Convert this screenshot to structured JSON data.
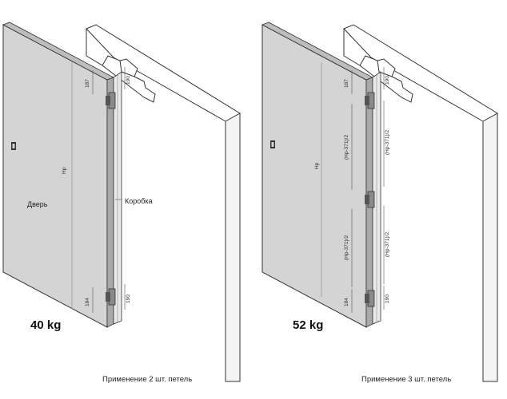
{
  "left": {
    "door_label": "Дверь",
    "frame_label": "Коробка",
    "height_label": "Hp",
    "dim_top_door": "187",
    "dim_top_frame": "190",
    "dim_bottom_door": "184",
    "dim_bottom_frame": "190",
    "weight": "40 kg",
    "caption": "Применение 2 шт. петель"
  },
  "right": {
    "height_label": "Hp",
    "dim_top_door": "187",
    "dim_top_frame": "190",
    "dim_mid_upper_door": "(Hp-371)/2",
    "dim_mid_upper_frame": "(Hp-371)/2",
    "dim_mid_lower_door": "(Hp-371)/2",
    "dim_mid_lower_frame": "(Hp-371)/2",
    "dim_bottom_door": "184",
    "dim_bottom_frame": "190",
    "weight": "52 kg",
    "caption": "Применение 3 шт. петель"
  },
  "colors": {
    "door_face": "#d4d4d4",
    "door_edge": "#a9a9a9",
    "frame_face": "#ffffff",
    "hinge": "#8a8a8a",
    "line": "#333333"
  }
}
